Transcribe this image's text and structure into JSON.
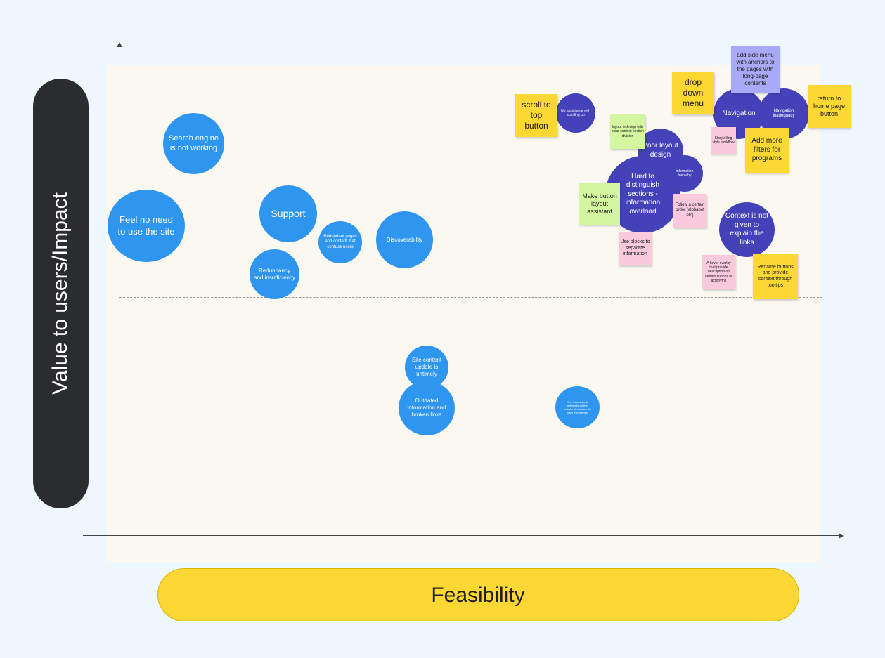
{
  "labels": {
    "y_axis": "Value to users/Impact",
    "x_axis": "Feasibility"
  },
  "colors": {
    "background": "#eef7fb",
    "board": "#fbf7f1",
    "blue_cluster": "#2e96ef",
    "navy_cluster": "#4542b9",
    "sticky_yellow": "#fdd835",
    "sticky_green": "#d4f6a0",
    "sticky_pink": "#fbc9dc",
    "sticky_lavender": "#a9aaf7",
    "y_pill": "#2b2c30"
  },
  "clusters": {
    "search_engine": "Search engine is not working",
    "feel_no_need": "Feel no need to use the site",
    "support": "Support",
    "redundant_pages": "Redundant pages and content that confuse users",
    "discoverability": "Discoverability",
    "redundancy": "Redundancy and insufficiency",
    "site_content": "Site content update is untimely",
    "outdated_info": "Outdated information and broken links",
    "inconsistent": "The inconsistent elements on the website decreases the user experience",
    "no_assistance": "No assistance with scrolling up",
    "navigation": "Navigation",
    "navigation_inadequacy": "Navigation inadequacy",
    "poor_layout": "Poor layout design",
    "info_hierarchy": "information hierachy",
    "hard_to_distinguish": "Hard to distinguish sections - information overload",
    "context_not_given": "Context is not given to explain the links"
  },
  "notes": {
    "scroll_to_top": "scroll to top button",
    "drop_down": "drop down menu",
    "side_menu": "add side menu with anchors to the pages with long-page contents",
    "return_home": "return to home page button",
    "storytelling": "Storytelling style workflow",
    "add_filters": "Add more filters for programs",
    "layout_redesign": "layout redesign with clear content section division",
    "make_button": "Make button layout assistant",
    "follow_order": "Follow a certain order (alphabet etc)",
    "use_blocks": "Use blocks to separate information",
    "hover_overlay": "A hover overlay that provide description on certain buttons or acronyms",
    "rename_buttons": "Rename buttons and provide context through tooltips"
  }
}
